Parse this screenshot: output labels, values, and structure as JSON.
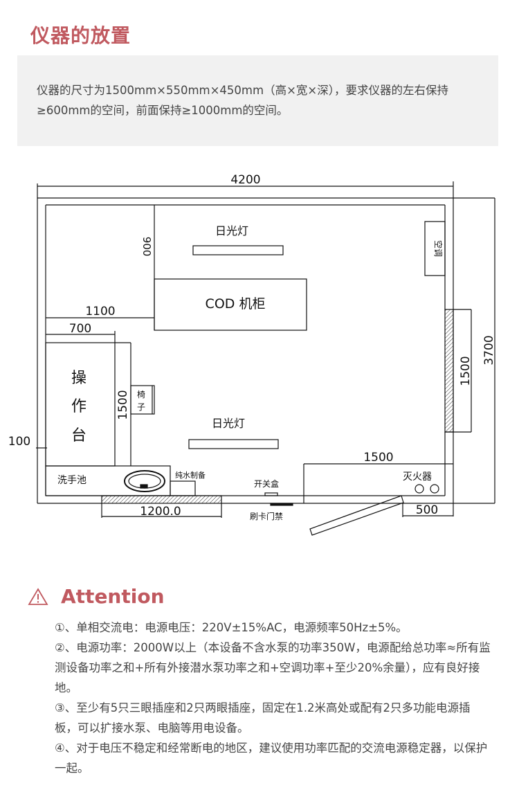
{
  "header": {
    "title": "仪器的放置"
  },
  "intro": {
    "text": "仪器的尺寸为1500mm×550mm×450mm（高×宽×深），要求仪器的左右保持≥600mm的空间，前面保持≥1000mm的空间。"
  },
  "floor_plan": {
    "dimensions": {
      "total_width": "4200",
      "total_depth": "3700",
      "cod_offset": "900",
      "left_zone_width": "1100",
      "workbench_width": "700",
      "workbench_length": "1500",
      "wall_gap": "100",
      "sink_window": "1200.0",
      "window_right": "1500",
      "front_zone": "1500",
      "door_width": "500"
    },
    "labels": {
      "light_top": "日光灯",
      "light_bottom": "日光灯",
      "cod_cabinet": "COD 机柜",
      "air_conditioner": "空调",
      "workbench": [
        "操",
        "作",
        "台"
      ],
      "chair": [
        "椅",
        "子"
      ],
      "sink": "洗手池",
      "pure_water": "纯水制备",
      "switch_box": "开关盒",
      "access_control": "刷卡门禁",
      "extinguisher": "灭火器"
    }
  },
  "attention": {
    "icon": "warning-triangle-icon",
    "title": "Attention",
    "items": [
      "①、单相交流电：电源电压：220V±15%AC，电源频率50Hz±5%。",
      "②、电源功率：2000W以上（本设备不含水泵的功率350W，电源配给总功率≈所有监测设备功率之和+所有外接潜水泵功率之和+空调功率+至少20%余量），应有良好接地。",
      "③、至少有5只三眼插座和2只两眼插座，固定在1.2米高处或配有2只多功能电源插板，可以扩接水泵、电脑等用电设备。",
      "④、对于电压不稳定和经常断电的地区，建议使用功率匹配的交流电源稳定器，以保护一起。"
    ]
  },
  "colors": {
    "accent": "#c0595f",
    "intro_bg": "#f1f1f1",
    "body_text": "#444444"
  }
}
